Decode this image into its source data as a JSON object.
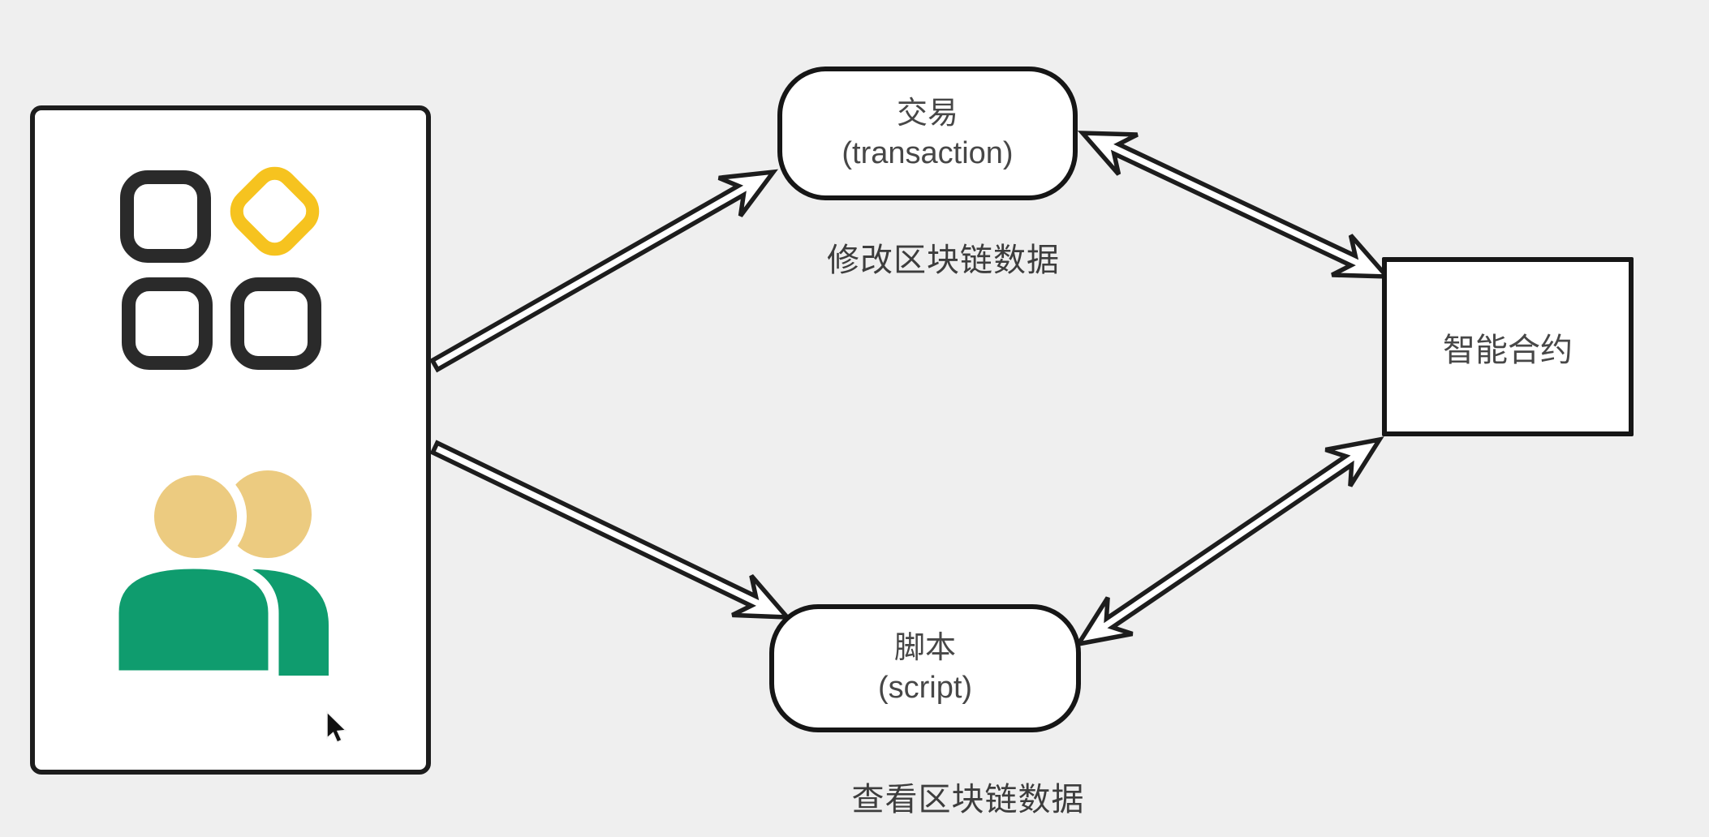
{
  "diagram": {
    "title": "smart-contract interaction diagram",
    "background_color": "#efefef",
    "nodes": {
      "users_panel": {
        "icons": [
          "apps-grid-icon",
          "users-icon"
        ],
        "apps_grid": {
          "dark_squares": 3,
          "yellow_diamonds": 1
        },
        "users": {
          "people_count": 2
        }
      },
      "transaction": {
        "title": "交易",
        "subtitle": "(transaction)"
      },
      "script": {
        "title": "脚本",
        "subtitle": "(script)"
      },
      "smart_contract": {
        "label": "智能合约"
      }
    },
    "captions": {
      "modify": "修改区块链数据",
      "view": "查看区块链数据"
    },
    "edges": [
      {
        "from": "users-panel",
        "to": "transaction",
        "direction": "one-way"
      },
      {
        "from": "transaction",
        "to": "smart-contract",
        "direction": "two-way"
      },
      {
        "from": "users-panel",
        "to": "script",
        "direction": "one-way"
      },
      {
        "from": "script",
        "to": "smart-contract",
        "direction": "two-way"
      }
    ],
    "colors": {
      "ink": "#1d1d1d",
      "node_fill": "#ffffff",
      "text": "#474747",
      "accent_yellow": "#f6c31f",
      "accent_green": "#0f9c6e",
      "head_tan": "#eccb80",
      "square_dark": "#2a2a2a"
    }
  }
}
